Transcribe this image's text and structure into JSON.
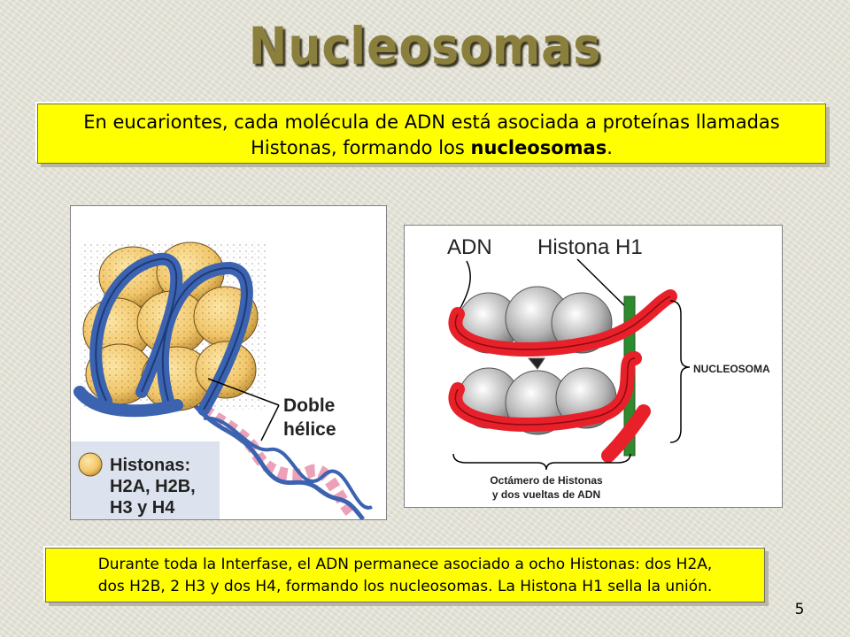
{
  "title": "Nucleosomas",
  "top_box": {
    "line1": "En eucariontes, cada molécula de ADN está asociada a proteínas llamadas",
    "line2_prefix": "Histonas,  formando los ",
    "line2_bold": "nucleosomas",
    "line2_suffix": "."
  },
  "left_figure": {
    "label_doble": "Doble",
    "label_helice": "hélice",
    "legend_title": "Histonas:",
    "legend_line1": "H2A, H2B,",
    "legend_line2": "H3 y H4",
    "colors": {
      "histone": "#f2c66a",
      "dna": "#3b63b0",
      "dna_strand2": "#e77aa0"
    }
  },
  "right_figure": {
    "label_adn": "ADN",
    "label_h1": "Histona H1",
    "label_nucleosoma": "NUCLEOSOMA",
    "caption_line1": "Octámero de Histonas",
    "caption_line2": "y dos vueltas de ADN",
    "colors": {
      "dna": "#e8202a",
      "h1": "#2d8a2d",
      "octamer": "#9a9a9a"
    }
  },
  "bottom_box": {
    "line1": "Durante toda la Interfase, el ADN permanece asociado a ocho Histonas: dos H2A,",
    "line2": "dos H2B, 2 H3 y dos H4, formando los nucleosomas. La Histona H1 sella la unión."
  },
  "page_number": "5"
}
